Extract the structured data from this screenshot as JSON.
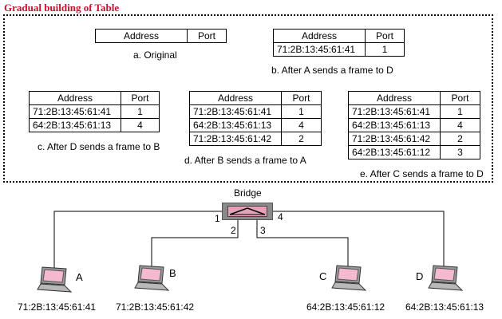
{
  "title": "Gradual building of Table",
  "table_headers": {
    "address": "Address",
    "port": "Port"
  },
  "tables": [
    {
      "caption": "a. Original",
      "rows": []
    },
    {
      "caption": "b. After A sends a frame to D",
      "rows": [
        {
          "address": "71:2B:13:45:61:41",
          "port": "1"
        }
      ]
    },
    {
      "caption": "c. After D sends a frame to B",
      "rows": [
        {
          "address": "71:2B:13:45:61:41",
          "port": "1"
        },
        {
          "address": "64:2B:13:45:61:13",
          "port": "4"
        }
      ]
    },
    {
      "caption": "d. After B sends a frame to A",
      "rows": [
        {
          "address": "71:2B:13:45:61:41",
          "port": "1"
        },
        {
          "address": "64:2B:13:45:61:13",
          "port": "4"
        },
        {
          "address": "71:2B:13:45:61:42",
          "port": "2"
        }
      ]
    },
    {
      "caption": "e. After C sends a frame to D",
      "rows": [
        {
          "address": "71:2B:13:45:61:41",
          "port": "1"
        },
        {
          "address": "64:2B:13:45:61:13",
          "port": "4"
        },
        {
          "address": "71:2B:13:45:61:42",
          "port": "2"
        },
        {
          "address": "64:2B:13:45:61:12",
          "port": "3"
        }
      ]
    }
  ],
  "bridge": {
    "label": "Bridge",
    "ports": [
      "1",
      "2",
      "3",
      "4"
    ]
  },
  "stations": [
    {
      "letter": "A",
      "address": "71:2B:13:45:61:41"
    },
    {
      "letter": "B",
      "address": "71:2B:13:45:61:42"
    },
    {
      "letter": "C",
      "address": "64:2B:13:45:61:12"
    },
    {
      "letter": "D",
      "address": "64:2B:13:45:61:13"
    }
  ],
  "colors": {
    "title": "#c8102e",
    "bridge_body": "#8a8a8a",
    "bridge_window": "#e8a0b8",
    "screen": "#f4b8cf"
  }
}
